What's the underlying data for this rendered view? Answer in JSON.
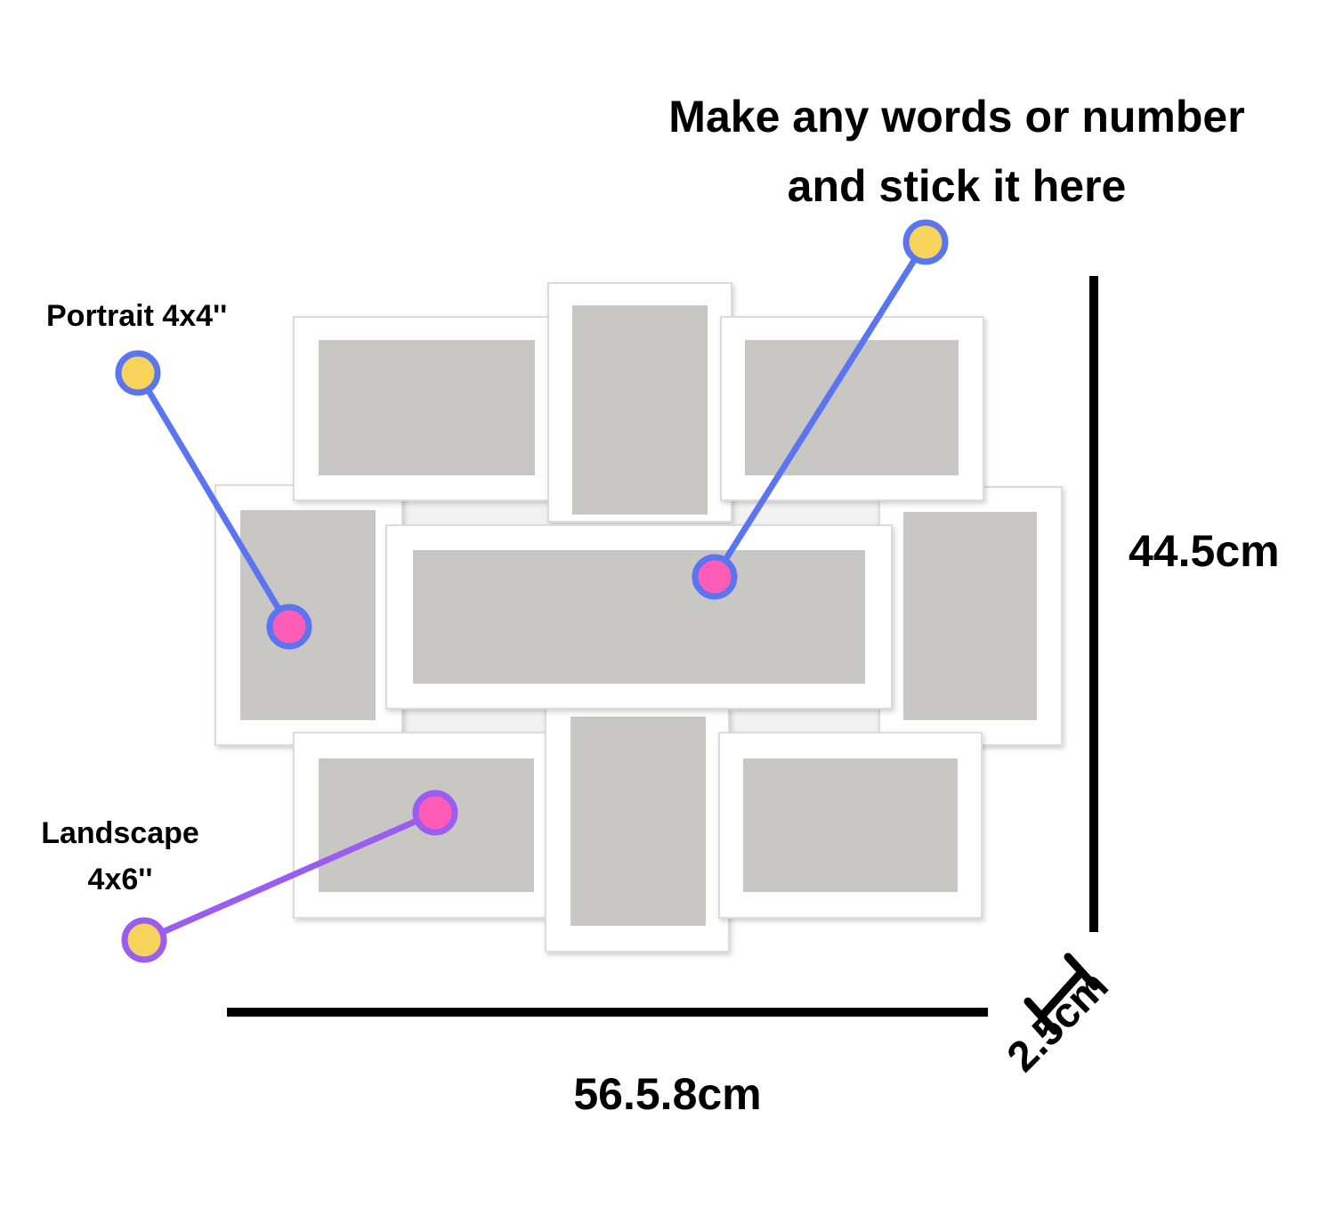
{
  "headline": {
    "line1": "Make any words or number",
    "line2": "and stick it here"
  },
  "labels": {
    "portrait": "Portrait 4x4''",
    "landscape_line1": "Landscape",
    "landscape_line2": "4x6''"
  },
  "dimensions": {
    "height": "44.5cm",
    "width": "56.5.8cm",
    "depth": "2.5cm"
  },
  "colors": {
    "frame": "#ffffff",
    "frame_edge": "#d9d9d9",
    "backing": "#c9c7c3",
    "pointer_blue": "#5b74f0",
    "pointer_purple": "#9b5cf0",
    "dot_yellow": "#f6d35a",
    "dot_pink": "#ff5cb8",
    "ink": "#000000"
  },
  "frame_count": 9
}
